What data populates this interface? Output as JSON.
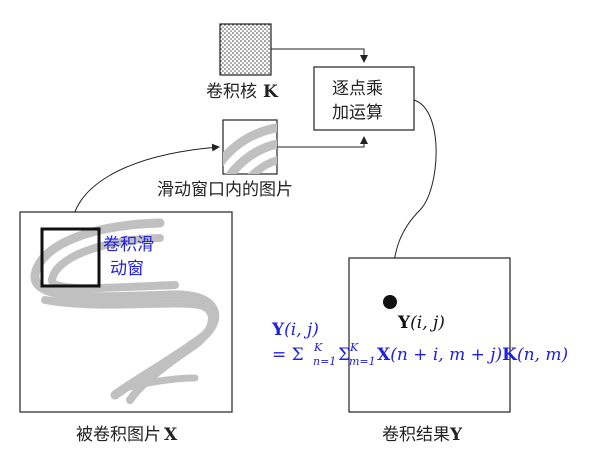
{
  "labels": {
    "kernel": "卷积核",
    "kernel_symbol": "K",
    "op_line1": "逐点乘",
    "op_line2": "加运算",
    "window_image": "滑动窗口内的图片",
    "sliding_window_line1": "卷积滑",
    "sliding_window_line2": "动窗",
    "input_image": "被卷积图片",
    "input_symbol": "X",
    "result": "卷积结果",
    "result_symbol": "Y",
    "point_label_bold": "Y",
    "point_label_args": "(i, j)"
  },
  "formula": {
    "line1_bold": "Y",
    "line1_args": "(i, j)",
    "line2_eq": "= Σ",
    "sum1_sup": "K",
    "sum1_sub": "n=1",
    "sigma2": "Σ",
    "sum2_sup": "K",
    "sum2_sub": "m=1",
    "x_bold": "X",
    "x_args": "(n + i, m + j)",
    "k_bold": "K",
    "k_args": "(n, m)"
  },
  "colors": {
    "accent_blue": "#2020e0",
    "stroke": "#222222",
    "pattern_gray": "#c0c0c0"
  }
}
